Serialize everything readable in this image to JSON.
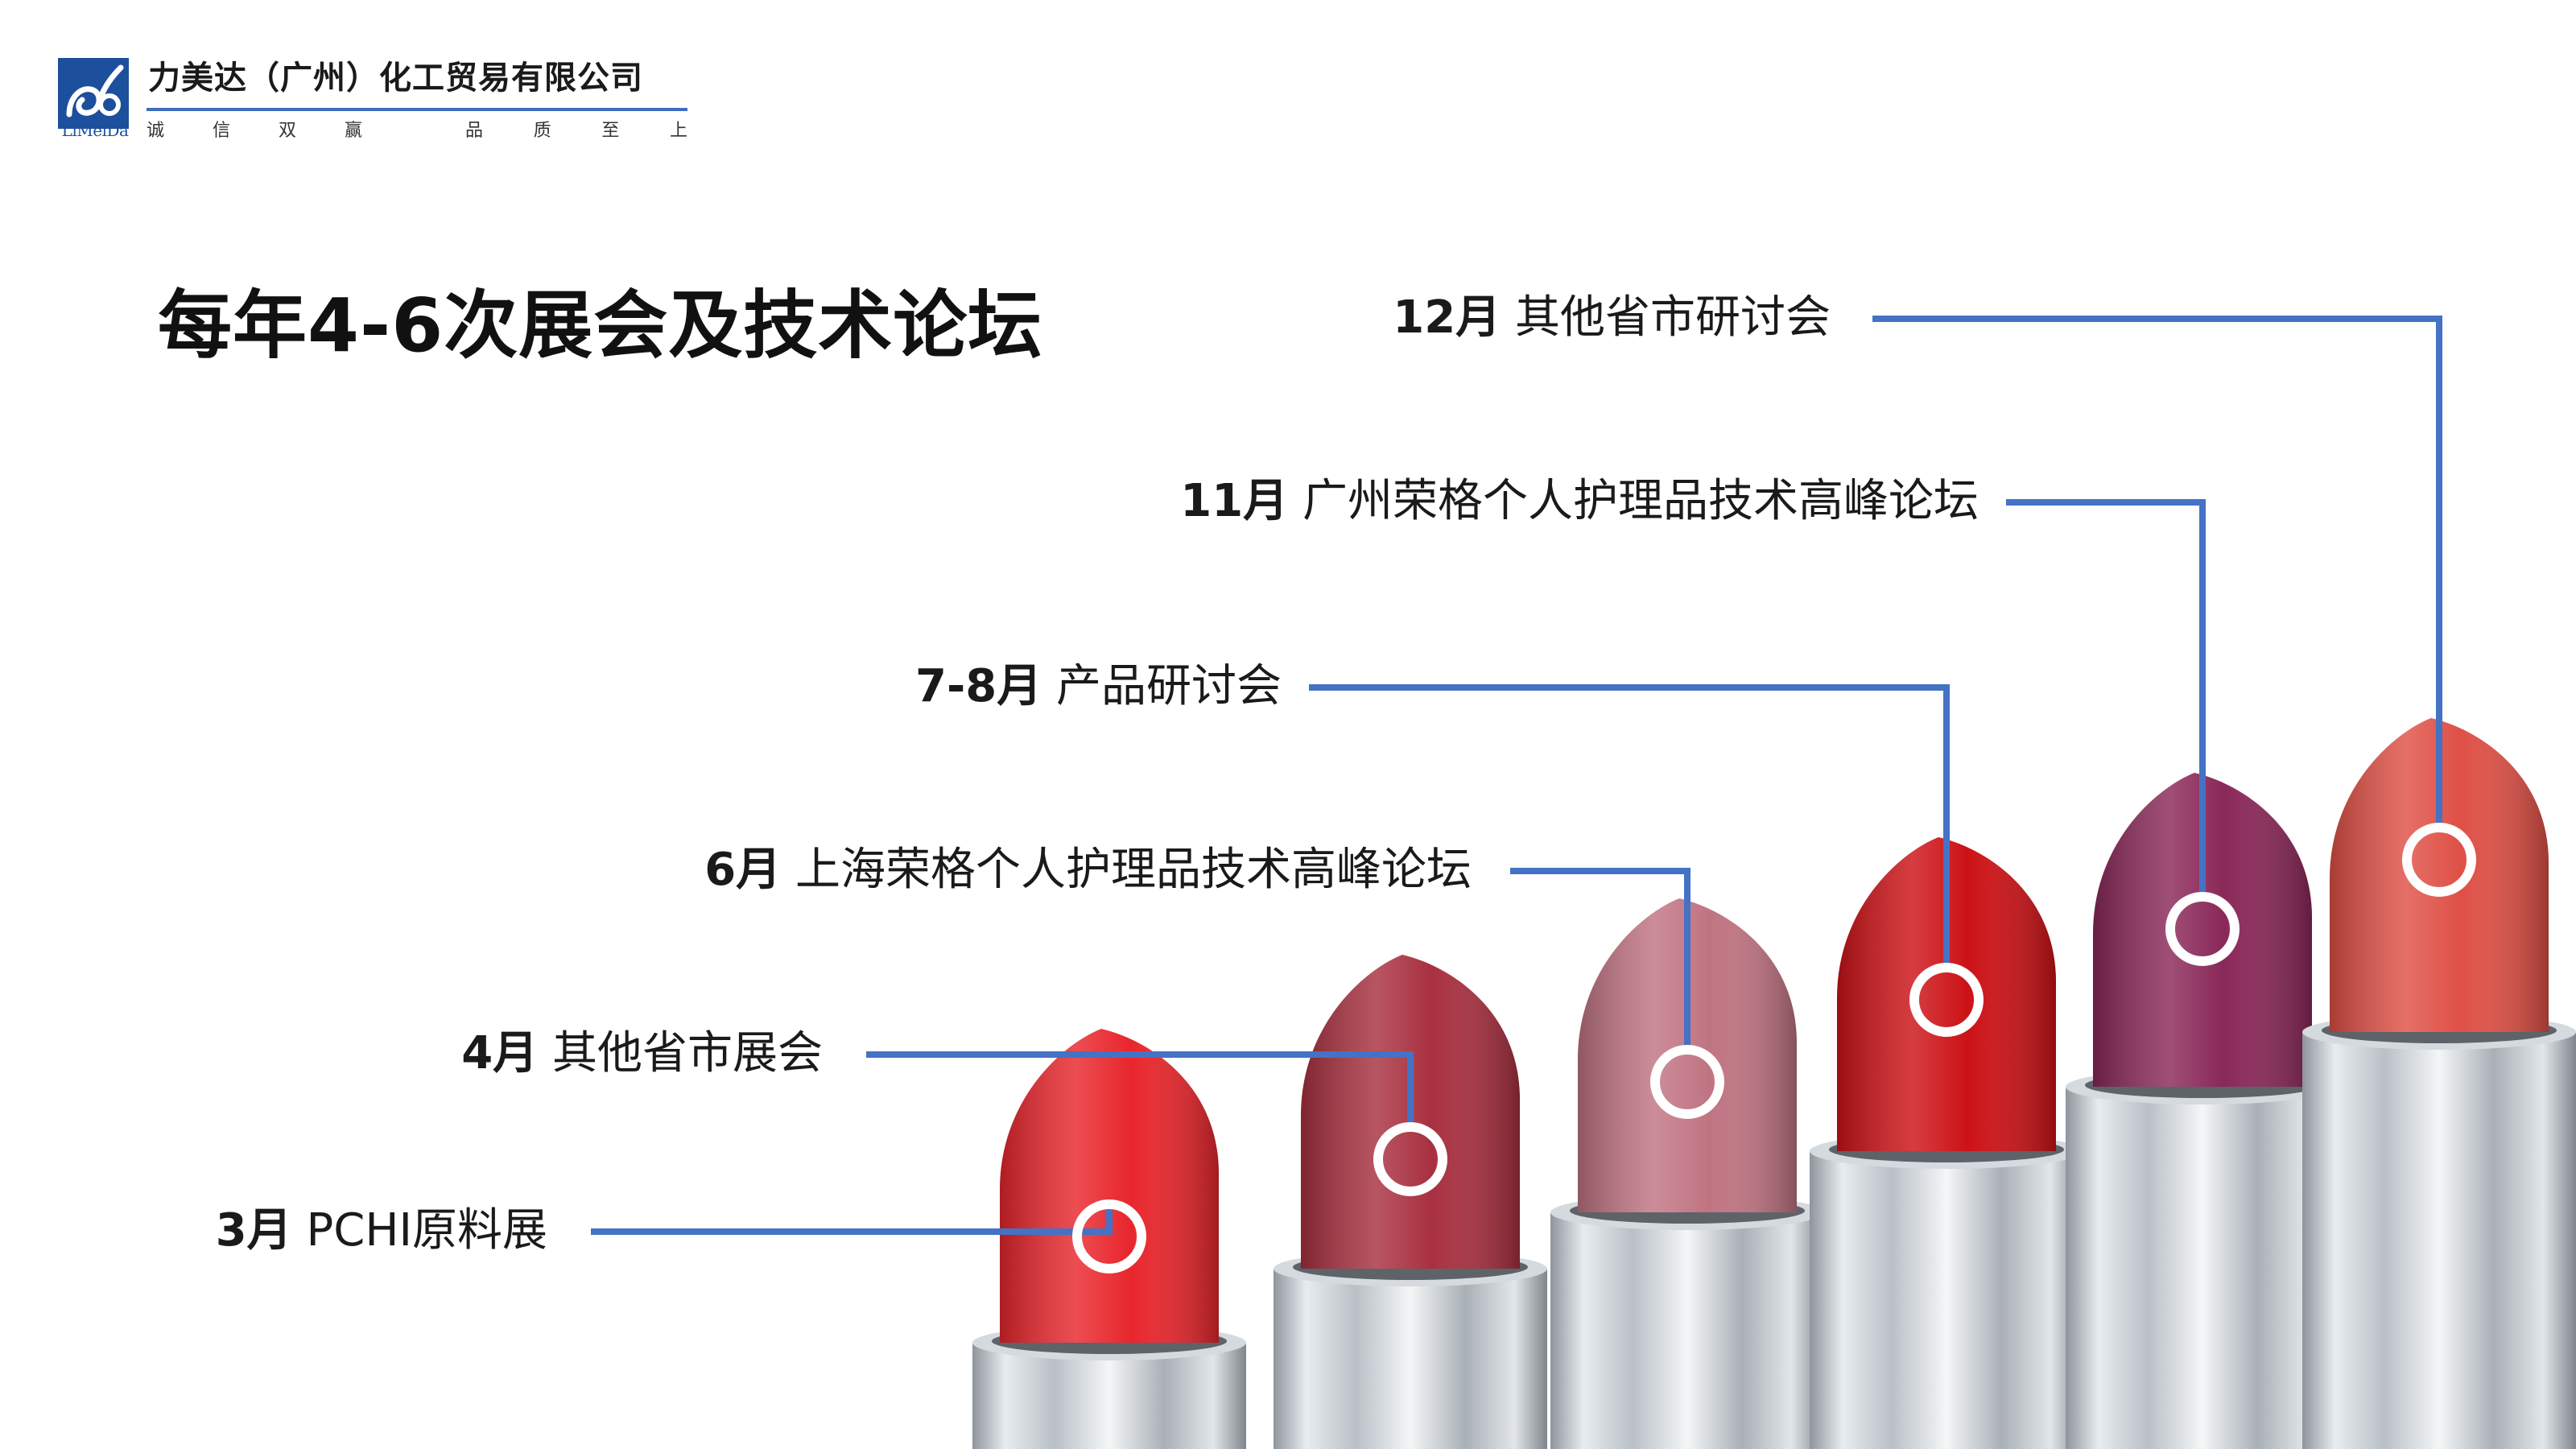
{
  "header": {
    "company_name": "力美达（广州）化工贸易有限公司",
    "logo_text": "LiMeiDa",
    "slogan_left": [
      "诚",
      "信",
      "双",
      "赢"
    ],
    "slogan_right": [
      "品",
      "质",
      "至",
      "上"
    ]
  },
  "title": "每年4-6次展会及技术论坛",
  "colors": {
    "accent": "#4472c4",
    "brand": "#1c4f9c"
  },
  "events": [
    {
      "month": "3月",
      "name": "PCHI原料展",
      "lipstick_color": "#e8262c"
    },
    {
      "month": "4月",
      "name": "其他省市展会",
      "lipstick_color": "#a83040"
    },
    {
      "month": "6月",
      "name": "上海荣格个人护理品技术高峰论坛",
      "lipstick_color": "#c07482"
    },
    {
      "month": "7-8月",
      "name": "产品研讨会",
      "lipstick_color": "#cc1216"
    },
    {
      "month": "11月",
      "name": "广州荣格个人护理品技术高峰论坛",
      "lipstick_color": "#8a2858"
    },
    {
      "month": "12月",
      "name": "其他省市研讨会",
      "lipstick_color": "#df5046"
    }
  ]
}
